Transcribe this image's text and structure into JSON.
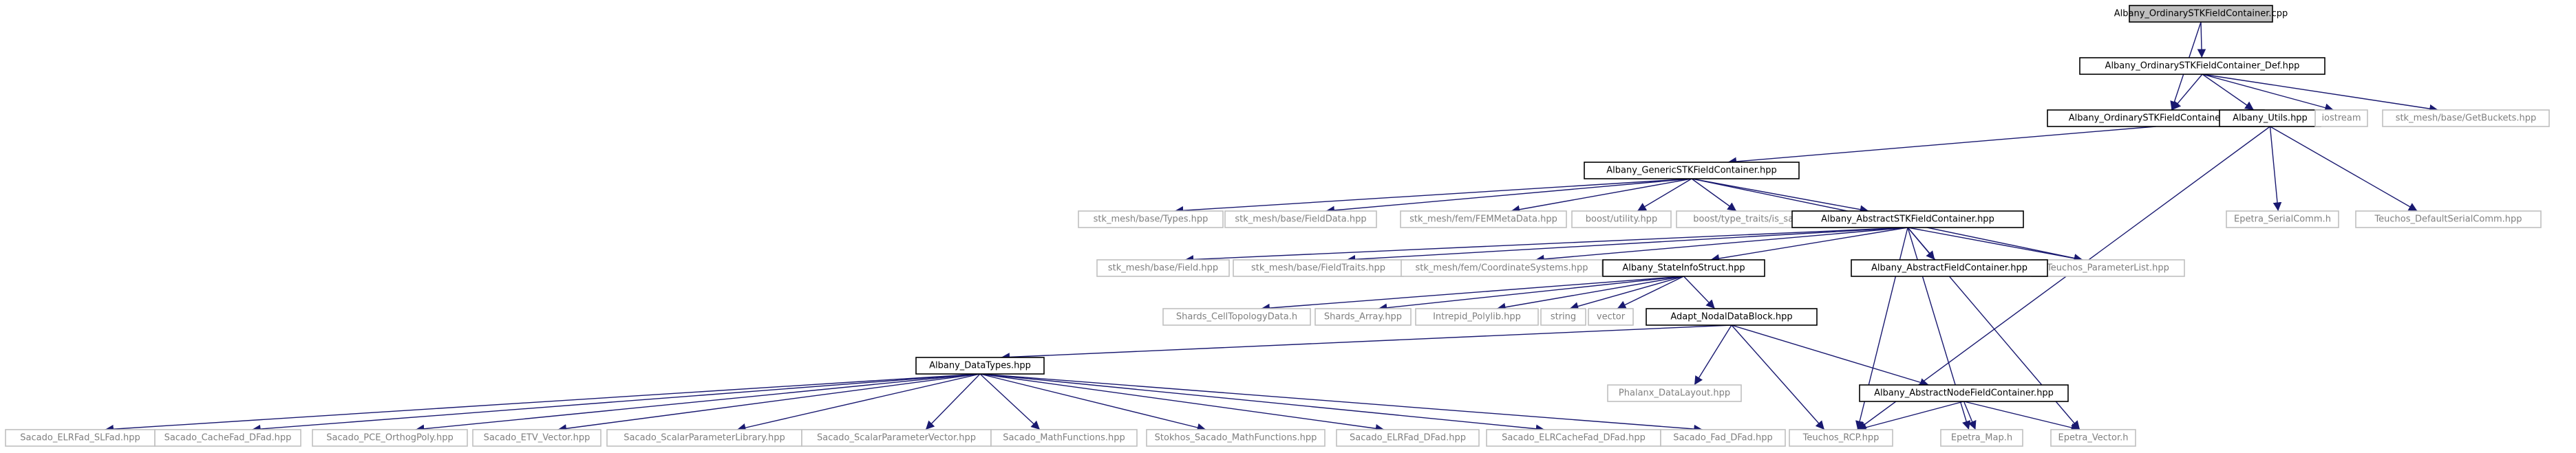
{
  "colors": {
    "edge": "#191970",
    "documented_border": "#000000",
    "external_border": "#bfbfbf",
    "documented_text": "#000000",
    "external_text": "#7f7f7f",
    "root_fill": "#bfbfbf",
    "node_fill": "#ffffff"
  },
  "nodes": [
    {
      "id": "root",
      "label": "Albany_OrdinarySTKFieldContainer.cpp",
      "kind": "root"
    },
    {
      "id": "def",
      "label": "Albany_OrdinarySTKFieldContainer_Def.hpp",
      "kind": "documented"
    },
    {
      "id": "ord",
      "label": "Albany_OrdinarySTKFieldContainer.hpp",
      "kind": "documented"
    },
    {
      "id": "utils",
      "label": "Albany_Utils.hpp",
      "kind": "documented"
    },
    {
      "id": "iostream",
      "label": "iostream",
      "kind": "external"
    },
    {
      "id": "getbuckets",
      "label": "stk_mesh/base/GetBuckets.hpp",
      "kind": "external"
    },
    {
      "id": "generic",
      "label": "Albany_GenericSTKFieldContainer.hpp",
      "kind": "documented"
    },
    {
      "id": "serialcomm",
      "label": "Epetra_SerialComm.h",
      "kind": "external"
    },
    {
      "id": "defserial",
      "label": "Teuchos_DefaultSerialComm.hpp",
      "kind": "external"
    },
    {
      "id": "types",
      "label": "stk_mesh/base/Types.hpp",
      "kind": "external"
    },
    {
      "id": "fielddata",
      "label": "stk_mesh/base/FieldData.hpp",
      "kind": "external"
    },
    {
      "id": "femmeta",
      "label": "stk_mesh/fem/FEMMetaData.hpp",
      "kind": "external"
    },
    {
      "id": "boostutil",
      "label": "boost/utility.hpp",
      "kind": "external"
    },
    {
      "id": "issame",
      "label": "boost/type_traits/is_same.hpp",
      "kind": "external"
    },
    {
      "id": "abstractstk",
      "label": "Albany_AbstractSTKFieldContainer.hpp",
      "kind": "documented"
    },
    {
      "id": "paramlist",
      "label": "Teuchos_ParameterList.hpp",
      "kind": "external"
    },
    {
      "id": "field",
      "label": "stk_mesh/base/Field.hpp",
      "kind": "external"
    },
    {
      "id": "fieldtraits",
      "label": "stk_mesh/base/FieldTraits.hpp",
      "kind": "external"
    },
    {
      "id": "coordsys",
      "label": "stk_mesh/fem/CoordinateSystems.hpp",
      "kind": "external"
    },
    {
      "id": "stateinfo",
      "label": "Albany_StateInfoStruct.hpp",
      "kind": "documented"
    },
    {
      "id": "abstractfield",
      "label": "Albany_AbstractFieldContainer.hpp",
      "kind": "documented"
    },
    {
      "id": "celltopo",
      "label": "Shards_CellTopologyData.h",
      "kind": "external"
    },
    {
      "id": "shardsarray",
      "label": "Shards_Array.hpp",
      "kind": "external"
    },
    {
      "id": "polylib",
      "label": "Intrepid_Polylib.hpp",
      "kind": "external"
    },
    {
      "id": "string",
      "label": "string",
      "kind": "external"
    },
    {
      "id": "vector",
      "label": "vector",
      "kind": "external"
    },
    {
      "id": "nodal",
      "label": "Adapt_NodalDataBlock.hpp",
      "kind": "documented"
    },
    {
      "id": "datatypes",
      "label": "Albany_DataTypes.hpp",
      "kind": "documented"
    },
    {
      "id": "datalayout",
      "label": "Phalanx_DataLayout.hpp",
      "kind": "external"
    },
    {
      "id": "abstractnode",
      "label": "Albany_AbstractNodeFieldContainer.hpp",
      "kind": "documented"
    },
    {
      "id": "elrslfad",
      "label": "Sacado_ELRFad_SLFad.hpp",
      "kind": "external"
    },
    {
      "id": "cachedfad",
      "label": "Sacado_CacheFad_DFad.hpp",
      "kind": "external"
    },
    {
      "id": "pce",
      "label": "Sacado_PCE_OrthogPoly.hpp",
      "kind": "external"
    },
    {
      "id": "etv",
      "label": "Sacado_ETV_Vector.hpp",
      "kind": "external"
    },
    {
      "id": "spl",
      "label": "Sacado_ScalarParameterLibrary.hpp",
      "kind": "external"
    },
    {
      "id": "spv",
      "label": "Sacado_ScalarParameterVector.hpp",
      "kind": "external"
    },
    {
      "id": "mathfn",
      "label": "Sacado_MathFunctions.hpp",
      "kind": "external"
    },
    {
      "id": "stokhos",
      "label": "Stokhos_Sacado_MathFunctions.hpp",
      "kind": "external"
    },
    {
      "id": "elrdfad",
      "label": "Sacado_ELRFad_DFad.hpp",
      "kind": "external"
    },
    {
      "id": "elrcache",
      "label": "Sacado_ELRCacheFad_DFad.hpp",
      "kind": "external"
    },
    {
      "id": "faddfad",
      "label": "Sacado_Fad_DFad.hpp",
      "kind": "external"
    },
    {
      "id": "rcp",
      "label": "Teuchos_RCP.hpp",
      "kind": "external"
    },
    {
      "id": "epetramap",
      "label": "Epetra_Map.h",
      "kind": "external"
    },
    {
      "id": "epetravec",
      "label": "Epetra_Vector.h",
      "kind": "external"
    }
  ],
  "edges": [
    [
      "root",
      "ord"
    ],
    [
      "root",
      "def"
    ],
    [
      "def",
      "ord"
    ],
    [
      "def",
      "utils"
    ],
    [
      "def",
      "iostream"
    ],
    [
      "def",
      "getbuckets"
    ],
    [
      "ord",
      "generic"
    ],
    [
      "utils",
      "serialcomm"
    ],
    [
      "utils",
      "defserial"
    ],
    [
      "utils",
      "rcp"
    ],
    [
      "generic",
      "types"
    ],
    [
      "generic",
      "fielddata"
    ],
    [
      "generic",
      "femmeta"
    ],
    [
      "generic",
      "boostutil"
    ],
    [
      "generic",
      "issame"
    ],
    [
      "generic",
      "abstractstk"
    ],
    [
      "generic",
      "paramlist"
    ],
    [
      "abstractstk",
      "field"
    ],
    [
      "abstractstk",
      "fieldtraits"
    ],
    [
      "abstractstk",
      "coordsys"
    ],
    [
      "abstractstk",
      "stateinfo"
    ],
    [
      "abstractstk",
      "abstractfield"
    ],
    [
      "abstractstk",
      "paramlist"
    ],
    [
      "abstractstk",
      "rcp"
    ],
    [
      "abstractstk",
      "epetramap"
    ],
    [
      "abstractstk",
      "epetravec"
    ],
    [
      "stateinfo",
      "celltopo"
    ],
    [
      "stateinfo",
      "shardsarray"
    ],
    [
      "stateinfo",
      "polylib"
    ],
    [
      "stateinfo",
      "string"
    ],
    [
      "stateinfo",
      "vector"
    ],
    [
      "stateinfo",
      "nodal"
    ],
    [
      "nodal",
      "datatypes"
    ],
    [
      "nodal",
      "datalayout"
    ],
    [
      "nodal",
      "abstractnode"
    ],
    [
      "nodal",
      "rcp"
    ],
    [
      "abstractnode",
      "rcp"
    ],
    [
      "abstractnode",
      "epetramap"
    ],
    [
      "abstractnode",
      "epetravec"
    ],
    [
      "datatypes",
      "elrslfad"
    ],
    [
      "datatypes",
      "cachedfad"
    ],
    [
      "datatypes",
      "pce"
    ],
    [
      "datatypes",
      "etv"
    ],
    [
      "datatypes",
      "spl"
    ],
    [
      "datatypes",
      "spv"
    ],
    [
      "datatypes",
      "mathfn"
    ],
    [
      "datatypes",
      "stokhos"
    ],
    [
      "datatypes",
      "elrdfad"
    ],
    [
      "datatypes",
      "elrcache"
    ],
    [
      "datatypes",
      "faddfad"
    ]
  ]
}
